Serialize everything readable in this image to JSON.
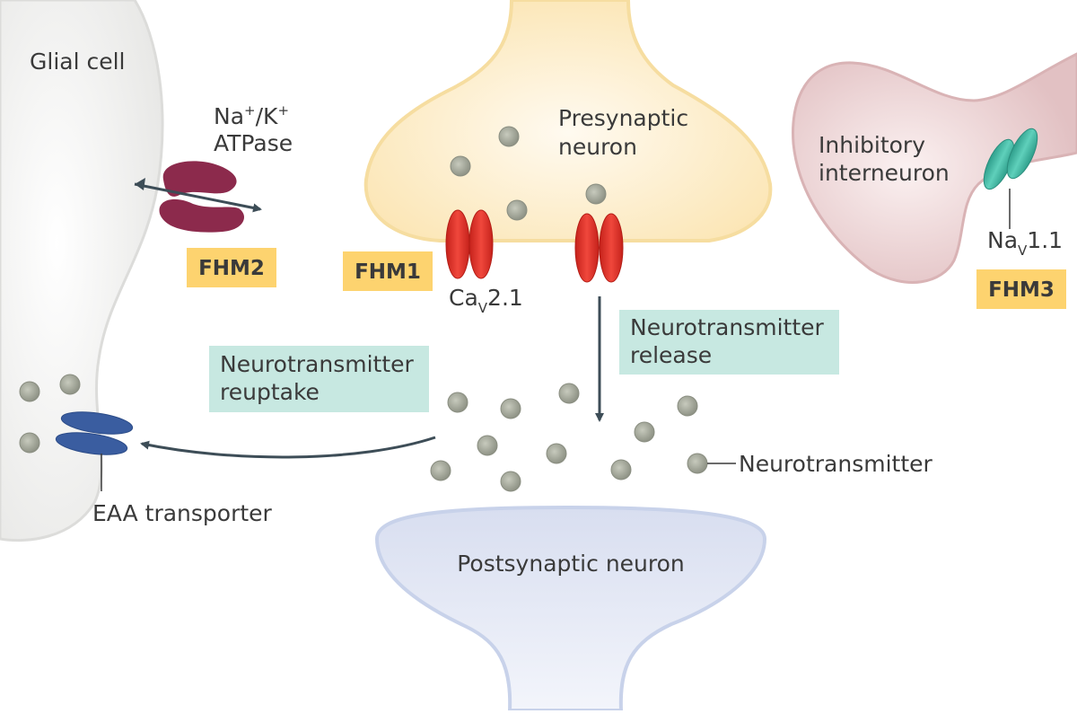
{
  "labels": {
    "glial_cell": "Glial cell",
    "na_k_atpase": [
      "Na",
      "+",
      "/K",
      "+"
    ],
    "atpase": "ATPase",
    "presynaptic": [
      "Presynaptic",
      "neuron"
    ],
    "inhibitory": [
      "Inhibitory",
      "interneuron"
    ],
    "cav": [
      "Ca",
      "V",
      "2.1"
    ],
    "nav": [
      "Na",
      "V",
      "1.1"
    ],
    "eaa_transporter": "EAA transporter",
    "neurotransmitter": "Neurotransmitter",
    "postsynaptic": "Postsynaptic neuron"
  },
  "tags": {
    "fhm1": "FHM1",
    "fhm2": "FHM2",
    "fhm3": "FHM3"
  },
  "boxes": {
    "release": [
      "Neurotransmitter",
      "release"
    ],
    "reuptake": [
      "Neurotransmitter",
      "reuptake"
    ]
  },
  "colors": {
    "glial": "#e9e9e7",
    "presynaptic": "#fbe9bf",
    "inhibitory": "#e3c4c5",
    "postsynaptic": "#dfe5f2",
    "cav_channel": "#d9322a",
    "nav_channel": "#3db5a0",
    "atpase": "#8c2a4c",
    "eaa": "#3a5da0",
    "tag_bg": "#fdd36f",
    "box_bg": "#c7e8e1",
    "vesicle": "#a4a89a",
    "arrow": "#3d4d57"
  }
}
